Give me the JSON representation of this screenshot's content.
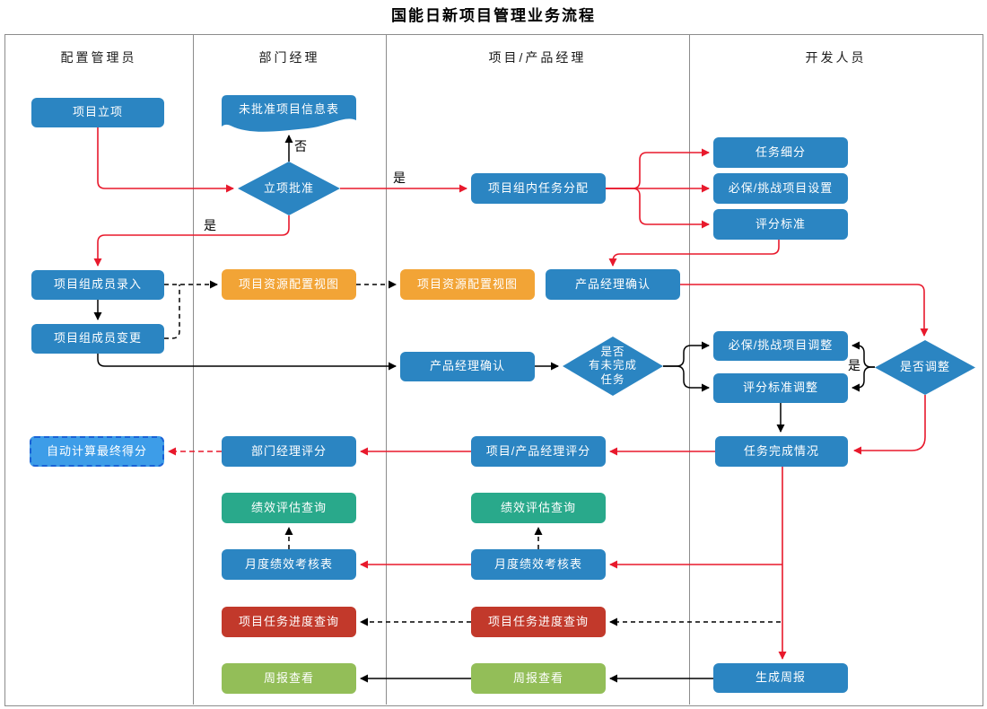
{
  "title": "国能日新项目管理业务流程",
  "lanes": [
    {
      "label": "配置管理员"
    },
    {
      "label": "部门经理"
    },
    {
      "label": "项目/产品经理"
    },
    {
      "label": "开发人员"
    }
  ],
  "nodes": {
    "project_initiation": {
      "label": "项目立项"
    },
    "unapproved_project_info": {
      "label": "未批准项目信息表"
    },
    "approval_decision": {
      "label": "立项批准"
    },
    "team_member_entry": {
      "label": "项目组成员录入"
    },
    "team_member_change": {
      "label": "项目组成员变更"
    },
    "auto_final_score": {
      "label": "自动计算最终得分"
    },
    "resource_config_view_dept": {
      "label": "项目资源配置视图"
    },
    "resource_config_view_pm": {
      "label": "项目资源配置视图"
    },
    "team_task_assignment": {
      "label": "项目组内任务分配"
    },
    "task_breakdown": {
      "label": "任务细分"
    },
    "must_challenge_setup": {
      "label": "必保/挑战项目设置"
    },
    "scoring_standard": {
      "label": "评分标准"
    },
    "pm_confirm_top": {
      "label": "产品经理确认"
    },
    "pm_confirm_mid": {
      "label": "产品经理确认"
    },
    "unfinished_task_decision": {
      "label": "是否\n有未完成\n任务"
    },
    "must_challenge_adjust": {
      "label": "必保/挑战项目调整"
    },
    "scoring_adjust": {
      "label": "评分标准调整"
    },
    "adjust_decision": {
      "label": "是否调整"
    },
    "task_completion": {
      "label": "任务完成情况"
    },
    "pm_score": {
      "label": "项目/产品经理评分"
    },
    "dept_manager_score": {
      "label": "部门经理评分"
    },
    "perf_eval_query_dept": {
      "label": "绩效评估查询"
    },
    "perf_eval_query_pm": {
      "label": "绩效评估查询"
    },
    "monthly_perf_table_dept": {
      "label": "月度绩效考核表"
    },
    "monthly_perf_table_pm": {
      "label": "月度绩效考核表"
    },
    "task_progress_query_dept": {
      "label": "项目任务进度查询"
    },
    "task_progress_query_pm": {
      "label": "项目任务进度查询"
    },
    "weekly_report_view_dept": {
      "label": "周报查看"
    },
    "weekly_report_view_pm": {
      "label": "周报查看"
    },
    "generate_weekly_report": {
      "label": "生成周报"
    }
  },
  "edge_labels": {
    "approve_no": "否",
    "approve_yes_down": "是",
    "approve_yes_right": "是",
    "adjust_yes": "是"
  },
  "colors": {
    "node_blue": "#2B85C2",
    "node_orange": "#F2A436",
    "node_teal": "#29A98B",
    "node_red": "#C2392B",
    "node_green": "#93BE58",
    "node_lightblue_fill": "#3D9DE8",
    "node_lightblue_border": "#1A62D6",
    "arrow_red": "#E8192C",
    "arrow_black": "#000000",
    "lane_border": "#8C8C8C"
  }
}
